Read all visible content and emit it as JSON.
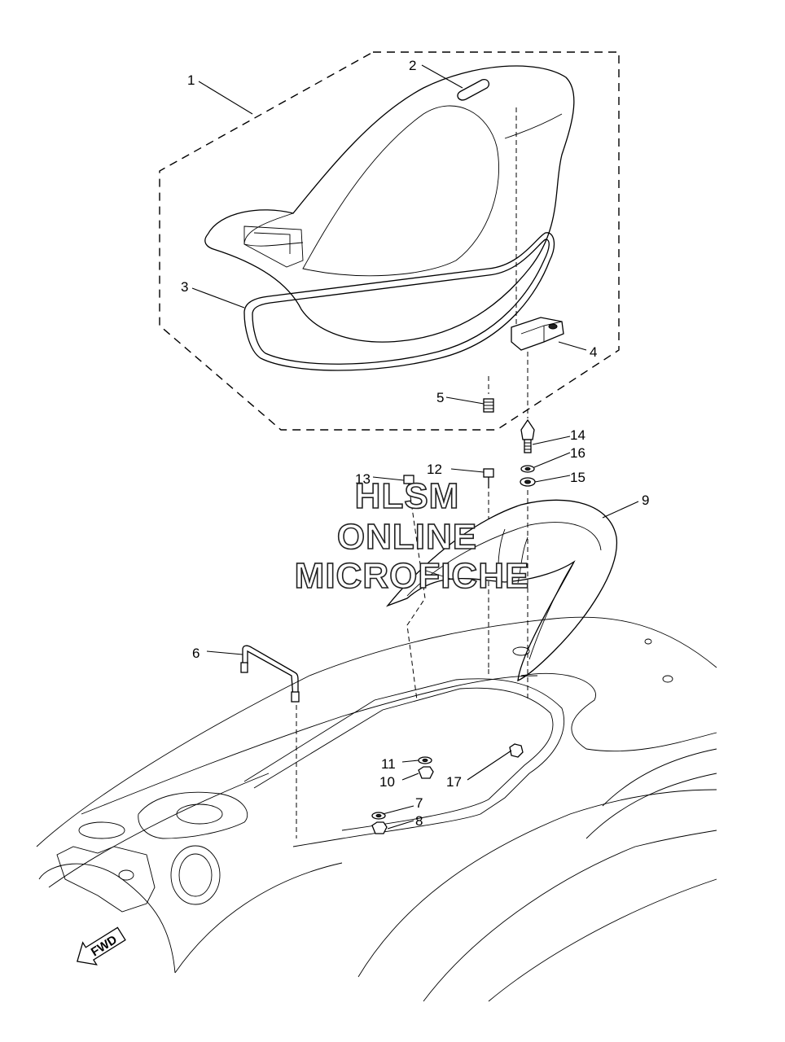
{
  "callouts": {
    "c1": "1",
    "c2": "2",
    "c3": "3",
    "c4": "4",
    "c5": "5",
    "c6": "6",
    "c7": "7",
    "c8": "8",
    "c9": "9",
    "c10": "10",
    "c11": "11",
    "c12": "12",
    "c13": "13",
    "c14": "14",
    "c15": "15",
    "c16": "16",
    "c17": "17"
  },
  "watermark": {
    "line1": "HLSM",
    "line2": "ONLINE",
    "line3": "MICROFICHE"
  },
  "direction": {
    "label": "FWD"
  },
  "icons": {
    "direction_arrow": "fwd-arrow-icon"
  }
}
